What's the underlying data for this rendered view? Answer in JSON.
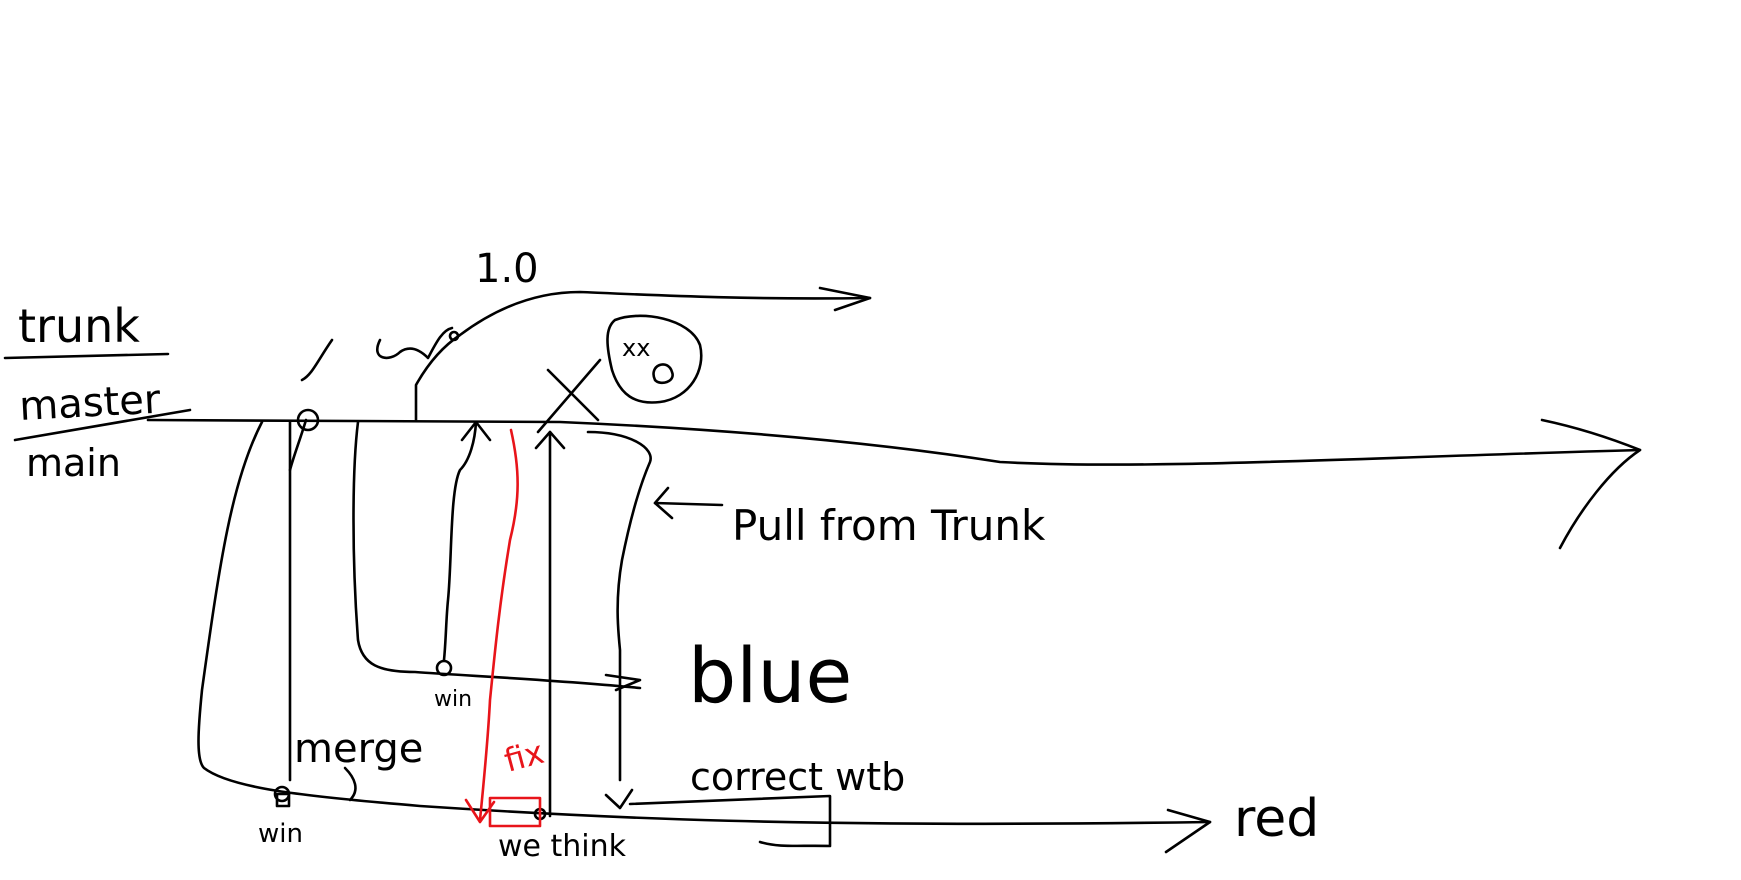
{
  "labels": {
    "trunk": "trunk",
    "master": "master",
    "main": "main",
    "version": "1.0",
    "pull_from_trunk": "Pull from Trunk",
    "blue": "blue",
    "merge": "merge",
    "correct_wtb": "correct wtb",
    "red": "red",
    "we_think": "we think",
    "win_blue": "win",
    "win_red": "win",
    "fix": "fix",
    "crossed_out": "xx"
  },
  "colors": {
    "ink": "#000000",
    "highlight": "#e8141a",
    "background": "#ffffff"
  }
}
